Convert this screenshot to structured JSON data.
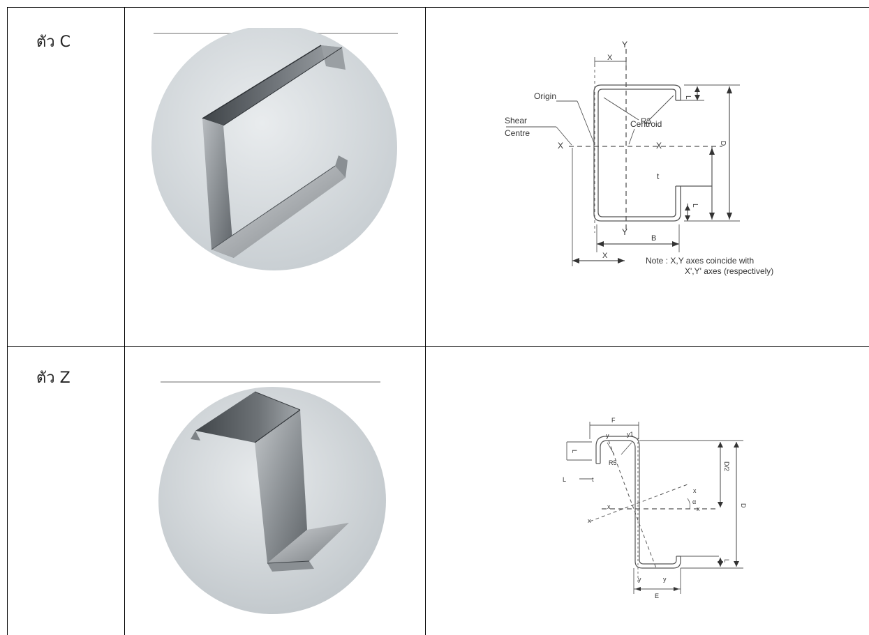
{
  "rows": [
    {
      "label": "ตัว C",
      "diagram": {
        "axis_y_top": "Y",
        "axis_y_bottom": "Y",
        "axis_x_left": "X",
        "axis_x_right": "X",
        "dim_x_top": "X",
        "dim_x_bottom": "X",
        "radius": "R5",
        "lip": "L",
        "lip_bottom": "L",
        "depth": "D",
        "width": "B",
        "thickness": "t",
        "origin": "Origin",
        "shear": "Shear",
        "centre": "Centre",
        "centroid": "Centroid",
        "note_line1": "Note : X,Y axes coincide with",
        "note_line2": "X',Y' axes (respectively)"
      }
    },
    {
      "label": "ตัว Z",
      "diagram": {
        "flange_top": "F",
        "flange_bottom": "E",
        "y1_top": "y1",
        "y_top": "y",
        "y_bottom_left": "y",
        "y_bottom_right": "y",
        "radius": "R5",
        "lip_top": "L",
        "lip_left": "L",
        "thickness": "t",
        "lip_bottom": "L",
        "half_depth": "D/2",
        "depth": "D",
        "x_left": "x",
        "x_left2": "x",
        "x_right_top": "x",
        "x_right": "x",
        "alpha": "α"
      }
    }
  ]
}
